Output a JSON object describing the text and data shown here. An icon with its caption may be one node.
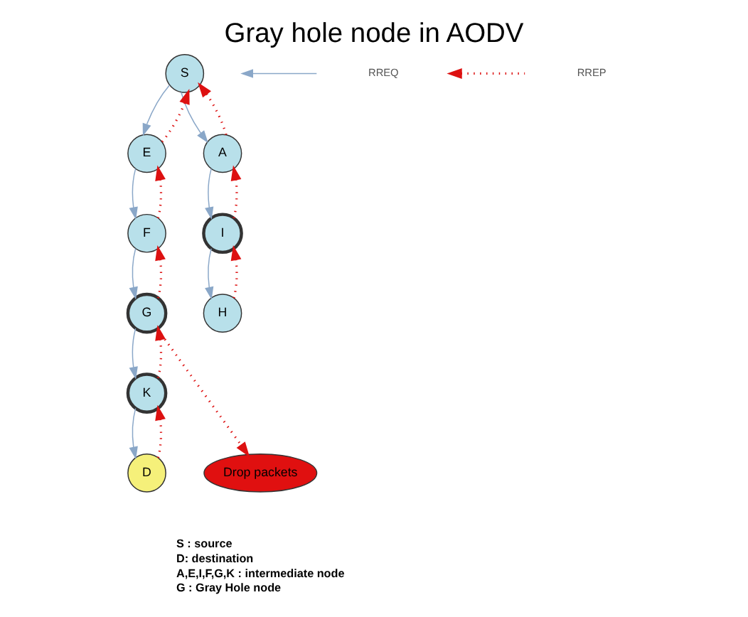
{
  "diagram": {
    "title": "Gray hole node in AODV",
    "nodes": [
      {
        "text": [
          "S"
        ]
      },
      {
        "text": [
          "E"
        ]
      },
      {
        "text": [
          "A"
        ]
      },
      {
        "text": [
          "F"
        ]
      },
      {
        "text": [
          "H"
        ]
      },
      {
        "text": [
          "I"
        ]
      },
      {
        "text": [
          "G"
        ]
      },
      {
        "text": [
          "K"
        ]
      },
      {
        "text": [
          "D"
        ]
      },
      {
        "text": [
          "Drop packets"
        ]
      }
    ],
    "edges": [
      {
        "from": 0,
        "to": 1,
        "arrow": "to",
        "color": "#8aa7c8"
      },
      {
        "from": 1,
        "to": 3,
        "arrow": "to",
        "color": "#8aa7c8"
      },
      {
        "from": 3,
        "to": 6,
        "arrow": "to",
        "color": "#8aa7c8"
      },
      {
        "from": 6,
        "to": 7,
        "arrow": "to",
        "color": "#8aa7c8"
      },
      {
        "from": 7,
        "to": 8,
        "arrow": "to",
        "color": "#8aa7c8"
      },
      {
        "from": 0,
        "to": 2,
        "arrow": "to",
        "color": "#8aa7c8"
      },
      {
        "from": 2,
        "to": 5,
        "arrow": "to",
        "color": "#8aa7c8"
      },
      {
        "from": 5,
        "to": 4,
        "arrow": "to",
        "color": "#8aa7c8"
      },
      {
        "from": 8,
        "to": 7,
        "arrow": "to",
        "style": "dashed"
      },
      {
        "from": 7,
        "to": 6,
        "arrow": "to",
        "style": "dashed"
      },
      {
        "from": 6,
        "to": 3,
        "arrow": "to",
        "style": "dashed"
      },
      {
        "from": 3,
        "to": 1,
        "arrow": "to",
        "style": "dashed"
      },
      {
        "from": 1,
        "to": 0,
        "arrow": "to",
        "style": "dashed"
      },
      {
        "from": 4,
        "to": 5,
        "arrow": "to",
        "style": "dashed"
      },
      {
        "from": 5,
        "to": 2,
        "arrow": "to",
        "style": "dashed"
      },
      {
        "from": 2,
        "to": 0,
        "arrow": "to",
        "style": "dashed"
      },
      {
        "from": 6,
        "to": 9,
        "arrow": "to",
        "style": "dashed"
      }
    ],
    "labels": [
      "S : source",
      "D: destination",
      "A,E,I,F,G,K : intermediate node",
      "G : Gray Hole node"
    ],
    "legend": [
      {
        "text": "RREQ"
      },
      {
        "text": "RREP"
      }
    ]
  }
}
